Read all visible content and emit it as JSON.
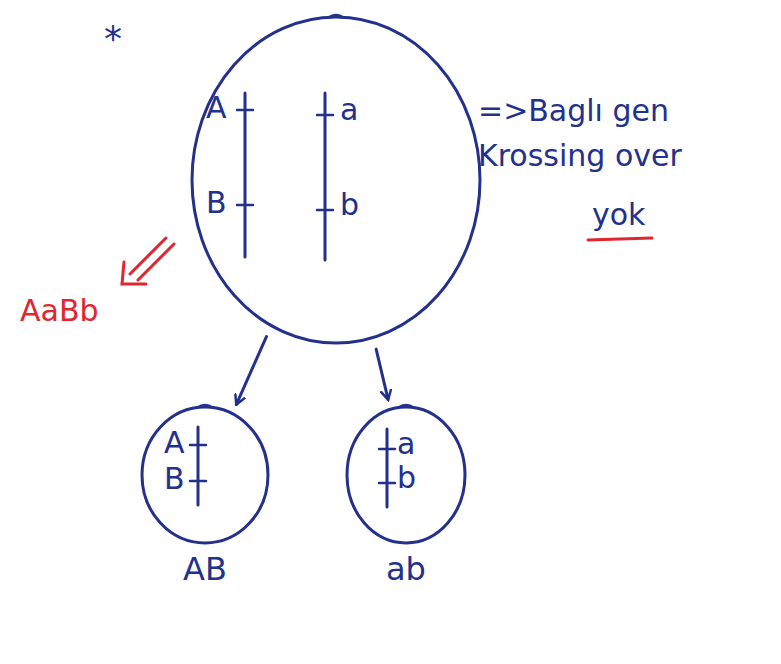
{
  "diagram": {
    "nodes": [
      {
        "text": [
          "A",
          "B",
          "a",
          "b"
        ]
      },
      {
        "text": [
          "A",
          "B",
          "AB"
        ]
      },
      {
        "text": [
          "a",
          "b",
          "ab"
        ]
      }
    ],
    "edges": [
      {
        "from": 0,
        "to": 1,
        "arrow": "to"
      },
      {
        "from": 0,
        "to": 2,
        "arrow": "to"
      }
    ],
    "labels": [
      "*",
      "=>Baglı gen Krossing over",
      "yok",
      "AaBb"
    ]
  }
}
